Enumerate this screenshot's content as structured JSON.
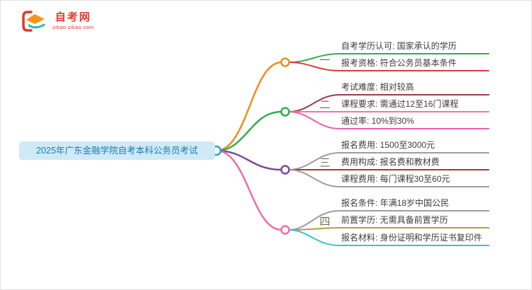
{
  "logo": {
    "title": "自考网",
    "subtitle": "zikao-zikao.com",
    "brand_color": "#e0392e",
    "icon": "graduation-cap-logo",
    "icon_colors": {
      "red": "#e0392e",
      "orange": "#f5941d",
      "teal": "#28b8b0"
    }
  },
  "root": {
    "label": "2025年广东金融学院自考本科公务员考试",
    "bg_color": "#cfe9f6",
    "text_color": "#1a7fb5",
    "circle_color": "#2aa0d5"
  },
  "label_color": "#7d6a55",
  "branches": [
    {
      "label": "一",
      "color": "#f08c1e",
      "items": [
        {
          "text": "自考学历认可: 国家承认的学历",
          "color": "#2fae52"
        },
        {
          "text": "报考资格: 符合公务员基本条件",
          "color": "#dd3b3b"
        }
      ]
    },
    {
      "label": "二",
      "color": "#2fae52",
      "items": [
        {
          "text": "考试难度: 相对较高",
          "color": "#9e3d41"
        },
        {
          "text": "课程要求: 需通过12至16门课程",
          "color": "#e778b5"
        },
        {
          "text": "通过率: 10%到30%",
          "color": "#e85fb0"
        }
      ]
    },
    {
      "label": "三",
      "color": "#7b4a9e",
      "items": [
        {
          "text": "报名费用: 1500至3000元",
          "color": "#9e9e9e"
        },
        {
          "text": "费用构成: 报名费和教材费",
          "color": "#a03b42"
        },
        {
          "text": "课程费用: 每门课程30至60元",
          "color": "#9e9e9e"
        }
      ]
    },
    {
      "label": "四",
      "color": "#ef6fa8",
      "items": [
        {
          "text": "报名条件: 年满18岁中国公民",
          "color": "#9e9e9e"
        },
        {
          "text": "前置学历: 无需具备前置学历",
          "color": "#b0a23c"
        },
        {
          "text": "报名材料: 身份证明和学历证书复印件",
          "color": "#35c3d6"
        }
      ]
    }
  ]
}
